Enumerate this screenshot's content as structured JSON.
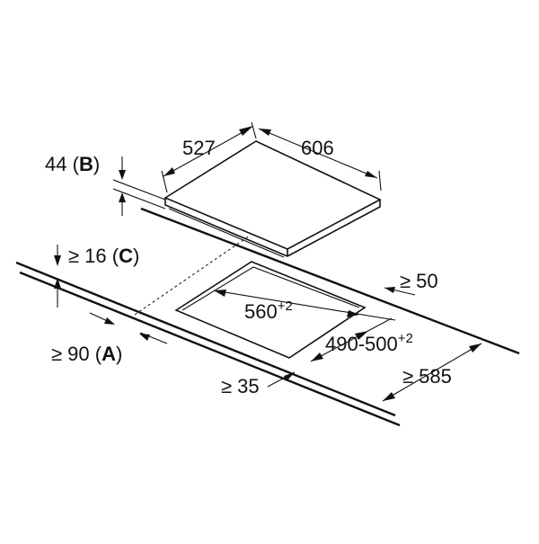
{
  "dimensions": {
    "cooktop_depth": "527",
    "cooktop_width": "606",
    "cooktop_height": "44",
    "cooktop_height_tag": "B",
    "worktop_thickness_prefix": "≥ 16",
    "worktop_thickness_tag": "C",
    "cutout_width": "560",
    "cutout_width_tol": "+2",
    "cutout_depth": "490-500",
    "cutout_depth_tol": "+2",
    "rear_clearance": "≥ 50",
    "front_clearance_prefix": "≥ 90",
    "front_clearance_tag": "A",
    "side_clearance": "≥ 35",
    "worktop_depth": "≥ 585"
  },
  "colors": {
    "line": "#111111",
    "background": "#ffffff"
  }
}
